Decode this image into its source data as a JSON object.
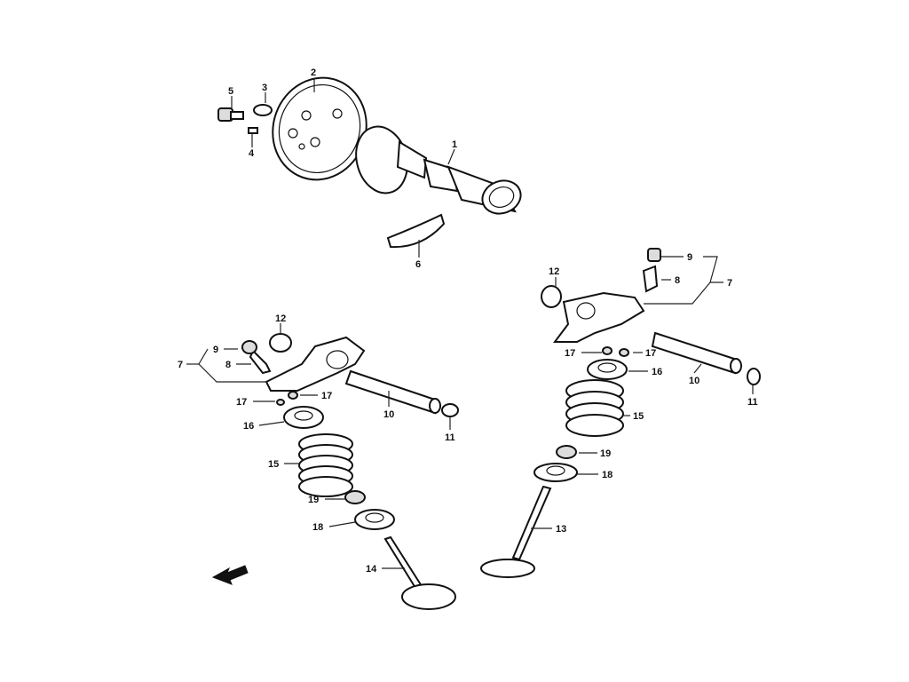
{
  "labels": {
    "p1": "1",
    "p2": "2",
    "p3": "3",
    "p4": "4",
    "p5": "5",
    "p6": "6",
    "l7": "7",
    "l8": "8",
    "l9": "9",
    "l10": "10",
    "l11": "11",
    "l12": "12",
    "l14": "14",
    "l15": "15",
    "l16": "16",
    "l17a": "17",
    "l17b": "17",
    "l18": "18",
    "l19": "19",
    "r7": "7",
    "r8": "8",
    "r9": "9",
    "r10": "10",
    "r11": "11",
    "r12": "12",
    "r13": "13",
    "r15": "15",
    "r16": "16",
    "r17a": "17",
    "r17b": "17",
    "r18": "18",
    "r19": "19"
  },
  "icons": {
    "direction": "front-arrow-icon"
  },
  "colors": {
    "ink": "#111111",
    "paper": "#ffffff"
  }
}
